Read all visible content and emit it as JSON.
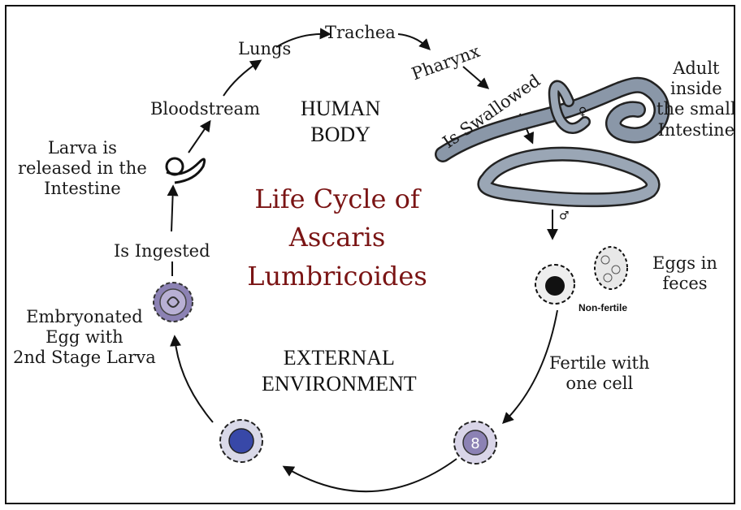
{
  "title": [
    "Life Cycle of",
    "Ascaris",
    "Lumbricoides"
  ],
  "sections": {
    "human_body": [
      "HUMAN",
      "BODY"
    ],
    "external": [
      "EXTERNAL",
      "ENVIRONMENT"
    ]
  },
  "stages": {
    "lungs": "Lungs",
    "trachea": "Trachea",
    "pharynx": "Pharynx",
    "bloodstream": "Bloodstream",
    "swallowed": "Is Swallowed",
    "adult": [
      "Adult",
      "inside",
      "the small",
      "Intestine"
    ],
    "larva": [
      "Larva is",
      "released in the",
      "Intestine"
    ],
    "ingested": "Is Ingested",
    "embryonated": [
      "Embryonated",
      "Egg with",
      "2nd Stage Larva"
    ],
    "eggs_feces": [
      "Eggs in",
      "feces"
    ],
    "non_fertile": "Non-fertile",
    "fertile": [
      "Fertile with",
      "one cell"
    ]
  },
  "symbols": {
    "male": "♂",
    "female": "♀"
  },
  "colors": {
    "title": "#7a1414",
    "worm": "#8a97a8",
    "egg_purple": "#8c82b4",
    "egg_blue": "#3848a8"
  }
}
